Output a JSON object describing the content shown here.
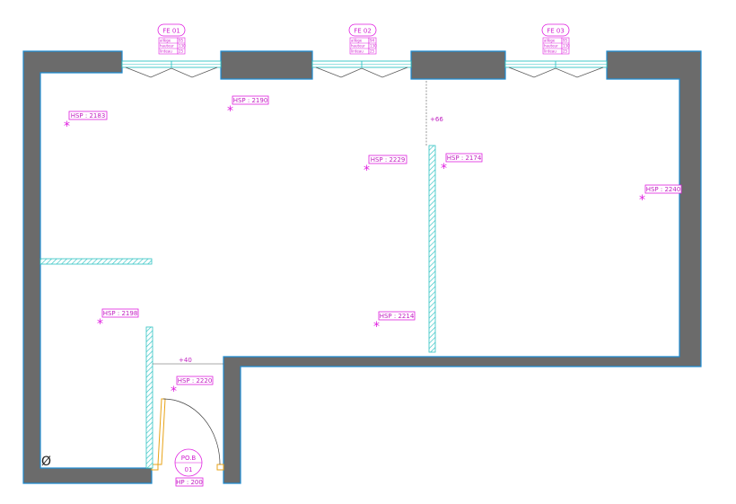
{
  "windows": [
    {
      "id": "FE 01",
      "rows": [
        [
          "allège",
          "95"
        ],
        [
          "hauteur",
          "130"
        ],
        [
          "linteau",
          "25"
        ]
      ]
    },
    {
      "id": "FE 02",
      "rows": [
        [
          "allège",
          "94"
        ],
        [
          "hauteur",
          "130"
        ],
        [
          "linteau",
          "25"
        ]
      ]
    },
    {
      "id": "FE 03",
      "rows": [
        [
          "allège",
          "95"
        ],
        [
          "hauteur",
          "130"
        ],
        [
          "linteau",
          "25"
        ]
      ]
    }
  ],
  "heights": [
    "HSP : 2183",
    "HSP : 2190",
    "HSP : 2229",
    "HSP : 2174",
    "HSP : 2240",
    "HSP : 2198",
    "HSP : 2214",
    "HSP : 2220"
  ],
  "offsets": [
    "+66",
    "+40"
  ],
  "door": {
    "id": "PO.B",
    "number": "01",
    "height": "HP : 200"
  },
  "symbol": "Ø",
  "colors": {
    "wall": "#6b6b6b",
    "outline": "#1e8cd2",
    "partition": "#2fc3c3",
    "glazing": "#2fc3c3",
    "annotation": "#e020e0",
    "door": "#e8a317"
  }
}
